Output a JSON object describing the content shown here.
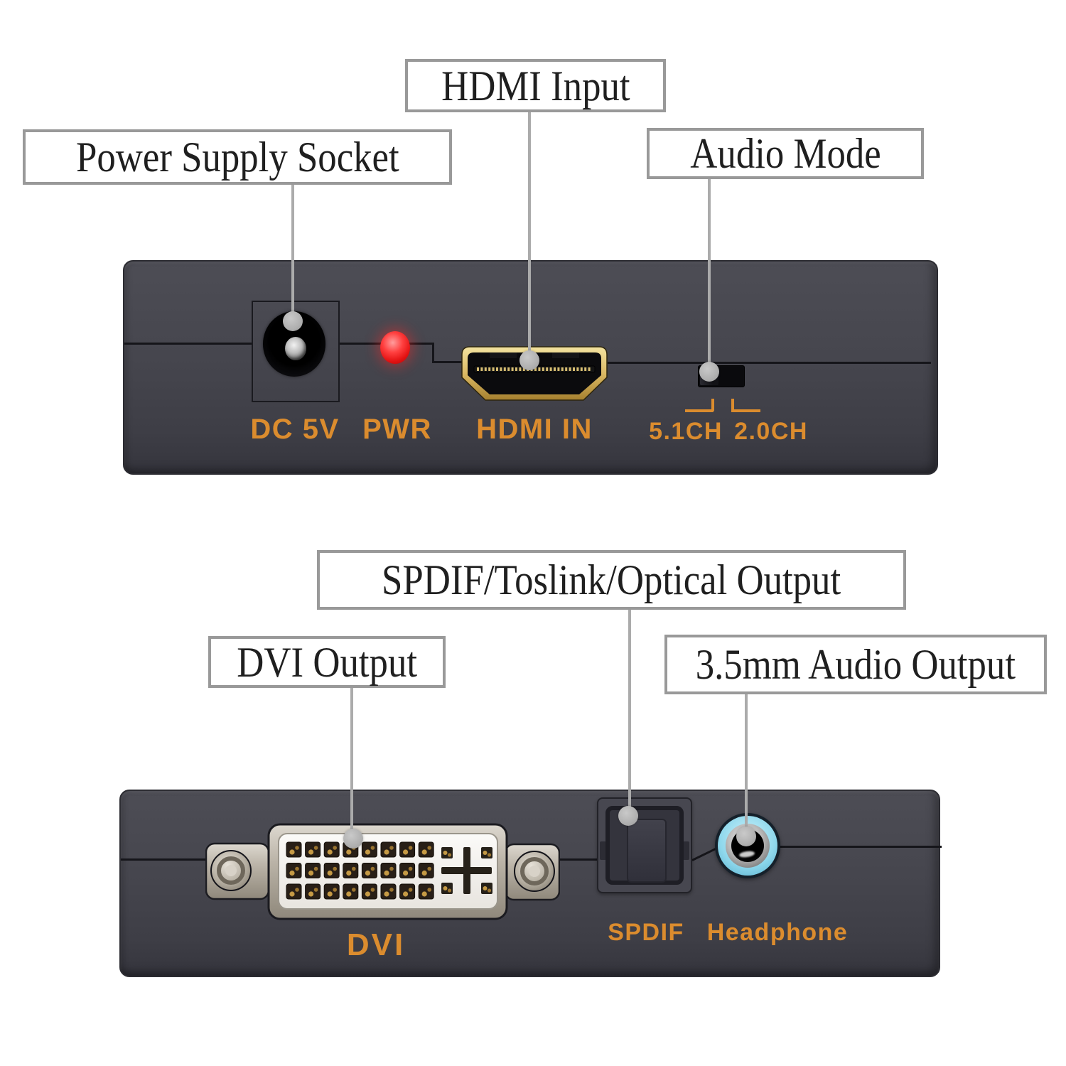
{
  "callouts": {
    "hdmi_input": "HDMI Input",
    "power_supply": "Power Supply Socket",
    "audio_mode": "Audio Mode",
    "spdif_output": "SPDIF/Toslink/Optical Output",
    "dvi_output": "DVI Output",
    "audio_output": "3.5mm Audio Output"
  },
  "front_panel": {
    "dc_label": "DC 5V",
    "pwr_label": "PWR",
    "hdmi_label": "HDMI IN",
    "ch51_label": "5.1CH",
    "ch20_label": "2.0CH"
  },
  "back_panel": {
    "dvi_label": "DVI",
    "spdif_label": "SPDIF",
    "headphone_label": "Headphone"
  },
  "colors": {
    "label_orange": "#DB8C2E",
    "panel_gray": "#46464E",
    "led_red": "#E41414",
    "hdmi_gold": "#DCBA64",
    "jack_cyan": "#8FD8EC",
    "callout_border": "#999999",
    "callout_line": "#ABABAB"
  }
}
